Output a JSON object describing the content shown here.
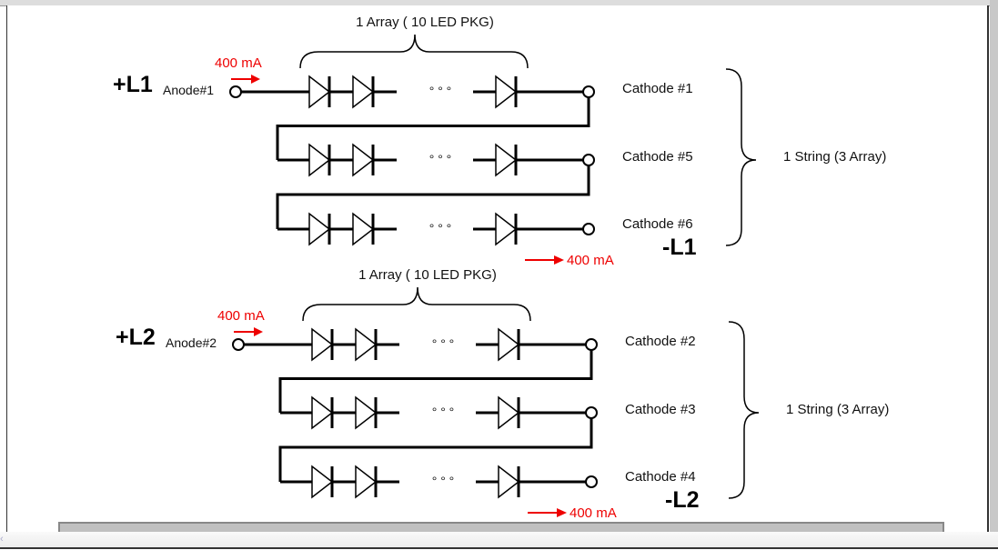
{
  "groups": [
    {
      "array_label": "1 Array ( 10 LED PKG)",
      "current_in": "400 mA",
      "current_out": "400 mA",
      "plus": "+L1",
      "anode": "Anode#1",
      "minus": "-L1",
      "cathodes": [
        "Cathode #1",
        "Cathode #5",
        "Cathode #6"
      ],
      "string_label": "1 String (3 Array)"
    },
    {
      "array_label": "1 Array ( 10 LED PKG)",
      "current_in": "400 mA",
      "current_out": "400 mA",
      "plus": "+L2",
      "anode": "Anode#2",
      "minus": "-L2",
      "cathodes": [
        "Cathode #2",
        "Cathode #3",
        "Cathode #4"
      ],
      "string_label": "1 String (3 Array)"
    }
  ],
  "ellipsis": "° ° °",
  "colors": {
    "current": "#e00000",
    "wire": "#000000"
  }
}
